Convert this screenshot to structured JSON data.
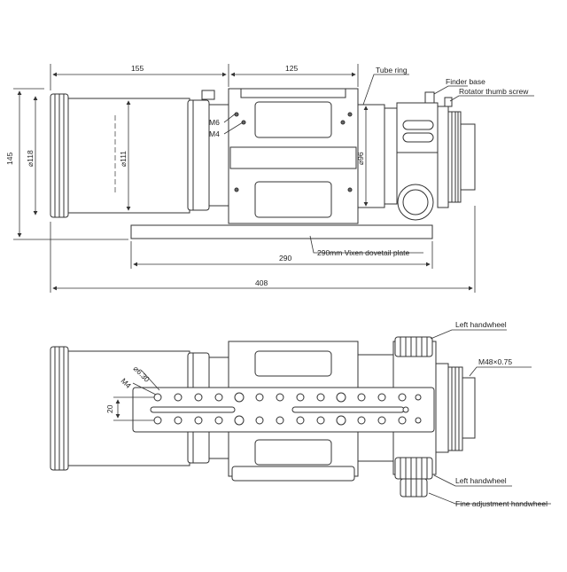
{
  "side_view": {
    "dimensions": {
      "dim_155": "155",
      "dim_125": "125",
      "dim_145": "145",
      "dim_118": "⌀118",
      "dim_111": "⌀111",
      "dim_96": "⌀96",
      "dim_290": "290",
      "dim_408": "408"
    },
    "callouts": {
      "tube_ring": "Tube ring",
      "finder_base": "Finder base",
      "rotator_thumb_screw": "Rotator thumb screw",
      "m6": "M6",
      "m4": "M4",
      "dovetail": "290mm Vixen dovetail plate"
    }
  },
  "bottom_view": {
    "dimensions": {
      "dim_20": "20",
      "dim_m4": "M4",
      "dim_630": "⌀6.30"
    },
    "callouts": {
      "left_handwheel_top": "Left handwheel",
      "m48": "M48×0.75",
      "left_handwheel_bottom": "Left handwheel",
      "fine_adjustment": "Fine adjustment handwheel"
    }
  }
}
